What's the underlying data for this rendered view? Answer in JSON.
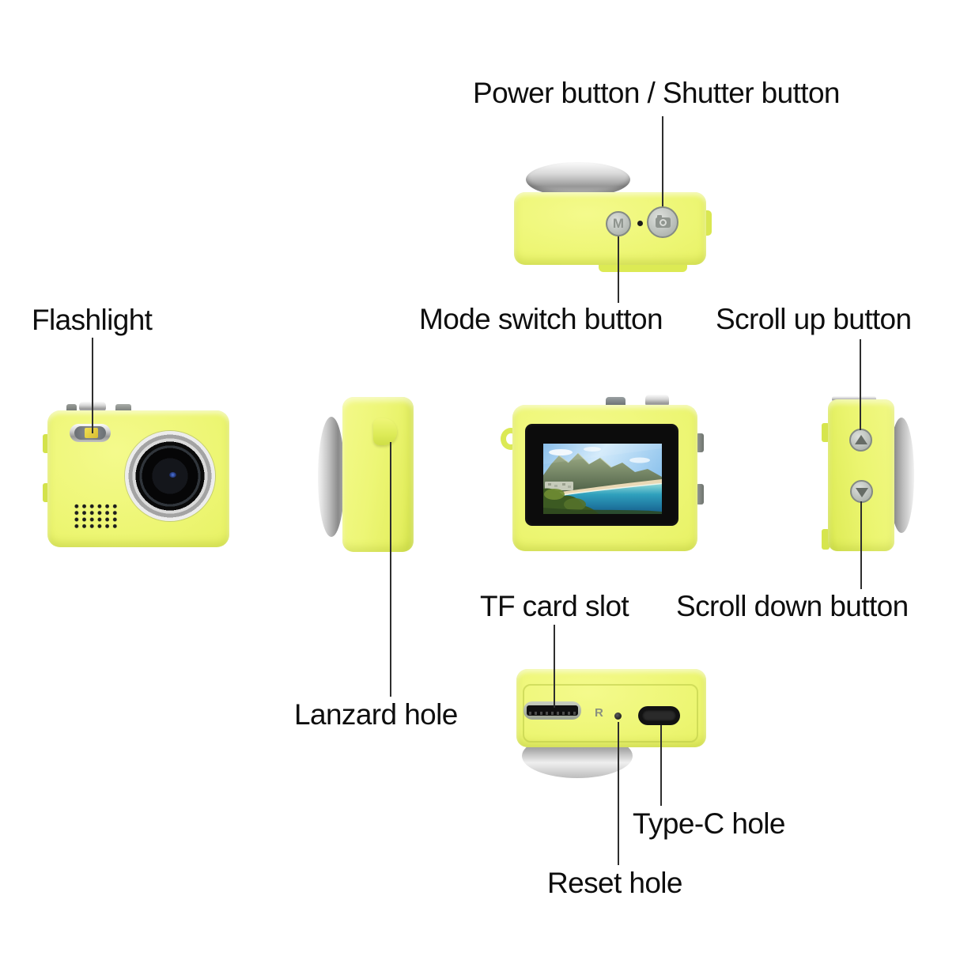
{
  "labels": {
    "power_shutter": "Power button / Shutter button",
    "flashlight": "Flashlight",
    "mode_switch": "Mode switch button",
    "scroll_up": "Scroll up button",
    "tf_card": "TF card slot",
    "scroll_down": "Scroll down button",
    "lanzard": "Lanzard hole",
    "type_c": "Type-C hole",
    "reset": "Reset hole"
  },
  "markings": {
    "mode_button_letter": "M",
    "reset_marking": "R"
  },
  "colors": {
    "body_yellow": "#eaf46b",
    "body_yellow_light": "#f4fa8c",
    "body_yellow_dark": "#d5e44d",
    "silver": "#c9c9c9",
    "button_gray": "#b7bcb7",
    "label_text": "#0e0e0e",
    "leader_line": "#2e2e2e",
    "screen_bezel": "#0c0c0c"
  }
}
